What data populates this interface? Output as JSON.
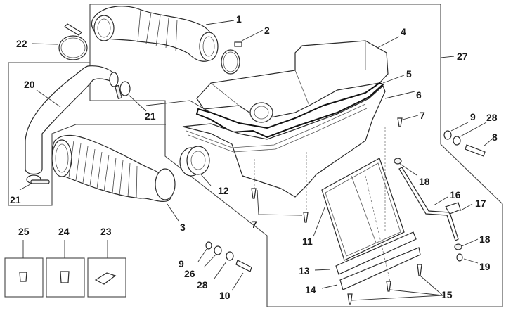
{
  "diagram": {
    "title": "Air filter box assembly — exploded parts view",
    "colors": {
      "line": "#2a2a2a",
      "background": "#ffffff"
    },
    "callouts": [
      {
        "id": "c1",
        "label": "1"
      },
      {
        "id": "c2",
        "label": "2"
      },
      {
        "id": "c3",
        "label": "3"
      },
      {
        "id": "c4",
        "label": "4"
      },
      {
        "id": "c5",
        "label": "5"
      },
      {
        "id": "c6",
        "label": "6"
      },
      {
        "id": "c7a",
        "label": "7"
      },
      {
        "id": "c7b",
        "label": "7"
      },
      {
        "id": "c8",
        "label": "8"
      },
      {
        "id": "c9a",
        "label": "9"
      },
      {
        "id": "c9b",
        "label": "9"
      },
      {
        "id": "c10",
        "label": "10"
      },
      {
        "id": "c11",
        "label": "11"
      },
      {
        "id": "c12",
        "label": "12"
      },
      {
        "id": "c13",
        "label": "13"
      },
      {
        "id": "c14",
        "label": "14"
      },
      {
        "id": "c15",
        "label": "15"
      },
      {
        "id": "c16",
        "label": "16"
      },
      {
        "id": "c17",
        "label": "17"
      },
      {
        "id": "c18a",
        "label": "18"
      },
      {
        "id": "c18b",
        "label": "18"
      },
      {
        "id": "c19",
        "label": "19"
      },
      {
        "id": "c20",
        "label": "20"
      },
      {
        "id": "c21a",
        "label": "21"
      },
      {
        "id": "c21b",
        "label": "21"
      },
      {
        "id": "c22",
        "label": "22"
      },
      {
        "id": "c23",
        "label": "23"
      },
      {
        "id": "c24",
        "label": "24"
      },
      {
        "id": "c25",
        "label": "25"
      },
      {
        "id": "c26",
        "label": "26"
      },
      {
        "id": "c27",
        "label": "27"
      },
      {
        "id": "c28a",
        "label": "28"
      },
      {
        "id": "c28b",
        "label": "28"
      }
    ],
    "parts": [
      {
        "label": "1",
        "name": "intake-duct"
      },
      {
        "label": "2",
        "name": "hose-clamp"
      },
      {
        "label": "3",
        "name": "corrugated-intake-hose"
      },
      {
        "label": "4",
        "name": "filter-box-cover"
      },
      {
        "label": "5",
        "name": "cover-gasket"
      },
      {
        "label": "6",
        "name": "filter-box-housing"
      },
      {
        "label": "7",
        "name": "screw"
      },
      {
        "label": "8",
        "name": "bolt"
      },
      {
        "label": "9",
        "name": "washer"
      },
      {
        "label": "10",
        "name": "bolt"
      },
      {
        "label": "11",
        "name": "filter-element"
      },
      {
        "label": "12",
        "name": "sleeve"
      },
      {
        "label": "13",
        "name": "filter-plate"
      },
      {
        "label": "14",
        "name": "retaining-plate"
      },
      {
        "label": "15",
        "name": "screws"
      },
      {
        "label": "16",
        "name": "drain-pipe"
      },
      {
        "label": "17",
        "name": "pipe-bracket"
      },
      {
        "label": "18",
        "name": "clip"
      },
      {
        "label": "19",
        "name": "drain-plug"
      },
      {
        "label": "20",
        "name": "breather-hose"
      },
      {
        "label": "21",
        "name": "hose-clip"
      },
      {
        "label": "22",
        "name": "hose-clamp"
      },
      {
        "label": "23",
        "name": "clip-nut"
      },
      {
        "label": "24",
        "name": "rubber-bushing"
      },
      {
        "label": "25",
        "name": "rubber-bushing"
      },
      {
        "label": "26",
        "name": "washer"
      },
      {
        "label": "27",
        "name": "complete-assembly"
      },
      {
        "label": "28",
        "name": "washer"
      }
    ]
  }
}
